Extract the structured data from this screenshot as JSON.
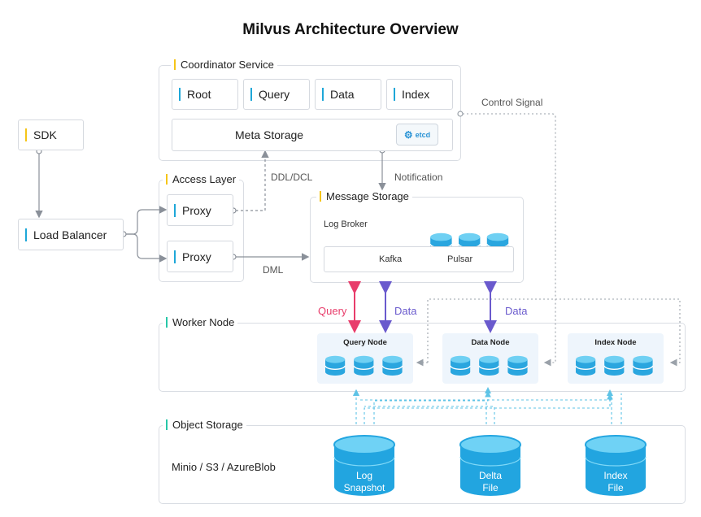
{
  "title": "Milvus Architecture Overview",
  "coordinator": {
    "title": "Coordinator Service",
    "components": [
      "Root",
      "Query",
      "Data",
      "Index"
    ],
    "meta_storage": "Meta Storage",
    "etcd": "etcd"
  },
  "sdk": "SDK",
  "load_balancer": "Load Balancer",
  "access_layer": {
    "title": "Access Layer",
    "proxies": [
      "Proxy",
      "Proxy"
    ]
  },
  "message_storage": {
    "title": "Message Storage",
    "log_broker": "Log Broker",
    "kafka": "Kafka",
    "pulsar": "Pulsar"
  },
  "edge_labels": {
    "control_signal": "Control Signal",
    "ddl_dcl": "DDL/DCL",
    "notification": "Notification",
    "dml": "DML",
    "query": "Query",
    "data_1": "Data",
    "data_2": "Data"
  },
  "worker_node": {
    "title": "Worker Node",
    "nodes": [
      "Query Node",
      "Data Node",
      "Index Node"
    ]
  },
  "object_storage": {
    "title": "Object Storage",
    "backends": "Minio / S3 / AzureBlob",
    "stores": [
      {
        "line1": "Log",
        "line2": "Snapshot"
      },
      {
        "line1": "Delta",
        "line2": "File"
      },
      {
        "line1": "Index",
        "line2": "File"
      }
    ]
  },
  "colors": {
    "query_arrow": "#e83d6b",
    "data_arrow": "#6a5acd",
    "teal": "#28c7a8",
    "blue_accent": "#1ea7d8",
    "yellow_accent": "#f5c518",
    "cylinder": "#29a8e0"
  }
}
